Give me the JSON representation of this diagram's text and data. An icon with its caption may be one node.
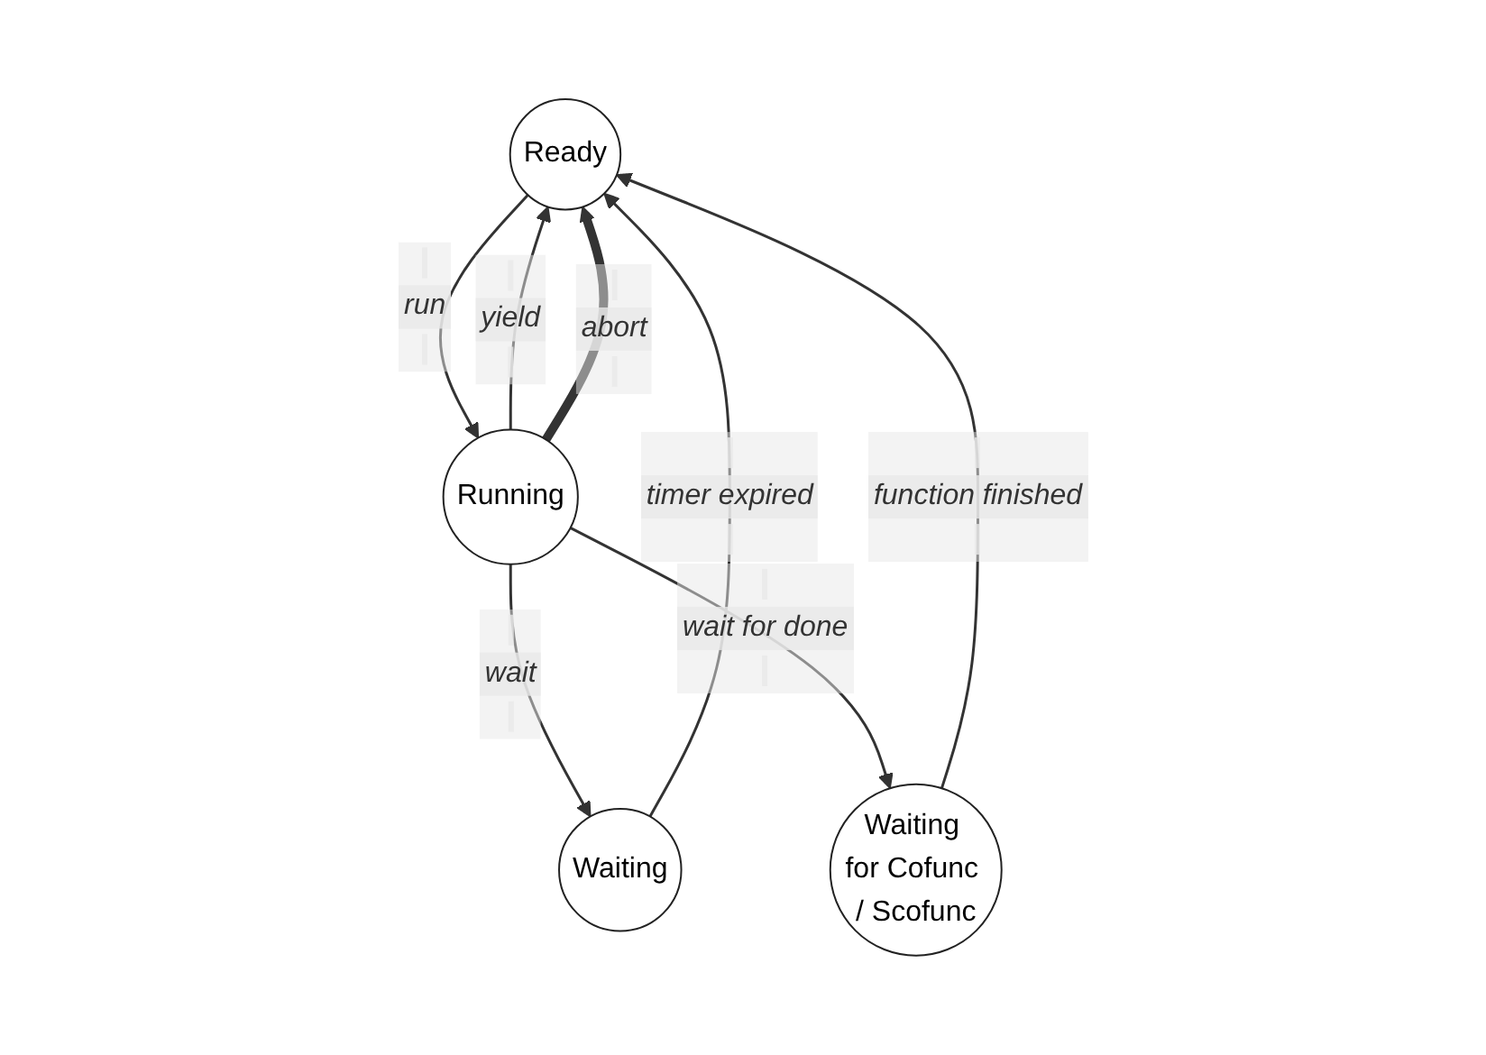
{
  "diagram": {
    "nodes": [
      {
        "text": [
          "Ready"
        ]
      },
      {
        "text": [
          "Running"
        ]
      },
      {
        "text": [
          "Waiting"
        ]
      },
      {
        "text": [
          "Waiting for Cofunc / Scofunc"
        ]
      }
    ],
    "edges": [
      {
        "from": 0,
        "to": 1,
        "arrow": "to",
        "label": "run"
      },
      {
        "from": 1,
        "to": 0,
        "arrow": "to",
        "label": "yield"
      },
      {
        "from": 1,
        "to": 2,
        "arrow": "to",
        "label": "wait"
      },
      {
        "from": 1,
        "to": 3,
        "arrow": "to",
        "label": "wait for done"
      },
      {
        "from": 2,
        "to": 0,
        "arrow": "to",
        "label": "timer expired"
      },
      {
        "from": 3,
        "to": 0,
        "arrow": "to",
        "label": "function finished"
      },
      {
        "from": 1,
        "to": 0,
        "arrow": "to",
        "label": "abort",
        "style": "thick"
      }
    ]
  }
}
